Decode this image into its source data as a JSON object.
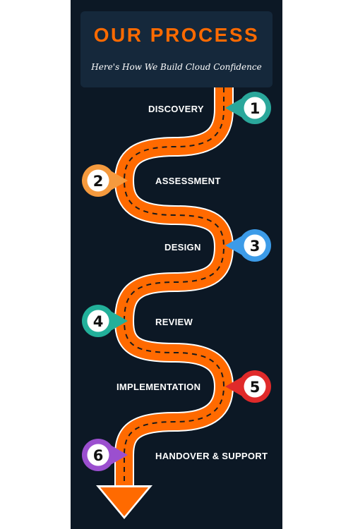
{
  "header": {
    "title": "OUR PROCESS",
    "subtitle": "Here's How We Build Cloud Confidence"
  },
  "steps": [
    {
      "number": "1",
      "label": "DISCOVERY",
      "color": "#2aa79b"
    },
    {
      "number": "2",
      "label": "ASSESSMENT",
      "color": "#f59a3e"
    },
    {
      "number": "3",
      "label": "DESIGN",
      "color": "#3c9be8"
    },
    {
      "number": "4",
      "label": "REVIEW",
      "color": "#22b09a"
    },
    {
      "number": "5",
      "label": "IMPLEMENTATION",
      "color": "#e02a2a"
    },
    {
      "number": "6",
      "label": "HANDOVER & SUPPORT",
      "color": "#9b4fcf"
    }
  ],
  "colors": {
    "background": "#0c1825",
    "header_panel": "#15283b",
    "title": "#ff6a00",
    "road": "#ff6a00",
    "road_border": "#ffffff",
    "lane_dash": "#1a1a1a"
  }
}
